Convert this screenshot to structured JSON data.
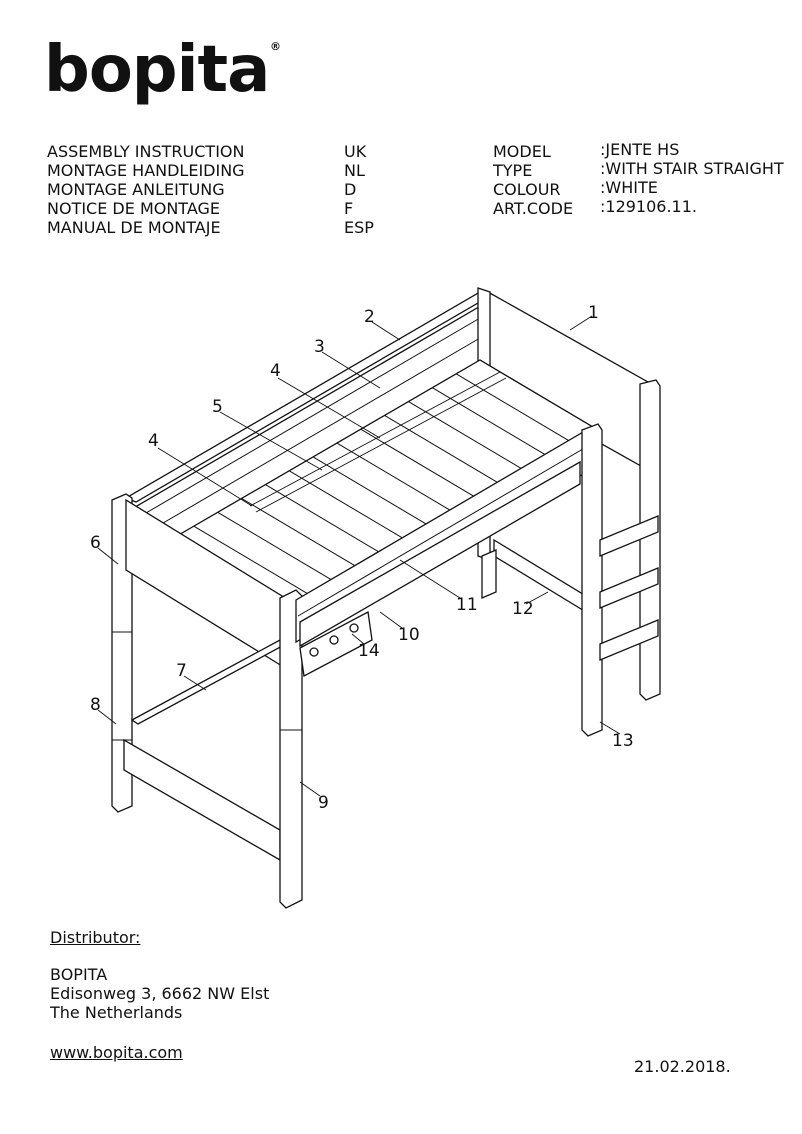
{
  "brand": {
    "logo_text": "bopita",
    "registered_mark": "®"
  },
  "header": {
    "titles": [
      "ASSEMBLY INSTRUCTION",
      "MONTAGE HANDLEIDING",
      "MONTAGE ANLEITUNG",
      "NOTICE DE MONTAGE",
      "MANUAL DE MONTAJE"
    ],
    "languages": [
      "UK",
      "NL",
      "D",
      "F",
      "ESP"
    ],
    "spec_labels": [
      "MODEL",
      "TYPE",
      "COLOUR",
      "ART.CODE"
    ],
    "spec_values": [
      ":JENTE HS",
      ":WITH STAIR STRAIGHT",
      ":WHITE",
      ":129106.11."
    ]
  },
  "diagram": {
    "callouts": [
      "1",
      "2",
      "3",
      "4",
      "5",
      "4",
      "6",
      "7",
      "8",
      "9",
      "10",
      "11",
      "12",
      "13",
      "14"
    ]
  },
  "footer": {
    "distributor_label": "Distributor:",
    "company": "BOPITA",
    "address_line1": "Edisonweg 3, 6662 NW Elst",
    "address_line2": "The Netherlands",
    "website": "www.bopita.com",
    "date": "21.02.2018."
  }
}
